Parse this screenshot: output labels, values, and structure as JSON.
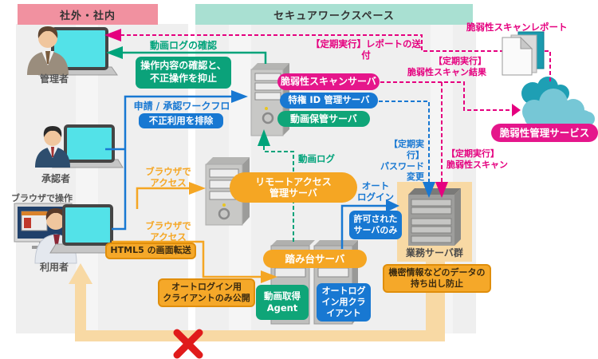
{
  "headers": {
    "outside": "社外・社内",
    "workspace": "セキュアワークスペース"
  },
  "actors": {
    "admin": "管理者",
    "approver": "承認者",
    "user": "利用者",
    "browser_note": "ブラウザで操作"
  },
  "servers": {
    "vuln_scan": "脆弱性スキャンサーバ",
    "priv_id": "特権 ID 管理サーバ",
    "video_store": "動画保管サーバ",
    "remote_access": "リモートアクセス\n管理サーバ",
    "bastion": "踏み台サーバ",
    "business_group": "業務サーバ群",
    "vuln_service": "脆弱性管理サービス"
  },
  "callouts": {
    "ops_check": "操作内容の確認と、\n不正操作を抑止",
    "block_fraud": "不正利用を排除",
    "allowed_servers": "許可された\nサーバのみ",
    "video_agent": "動画取得\nAgent",
    "autologin_client": "オートログ\nイン用クラ\nイアント",
    "html5_transfer": "HTML5 の画面転送",
    "autologin_publish": "オートログイン用\nクライアントのみ公開",
    "data_protection": "機密情報などのデータの\n持ち出し防止"
  },
  "flows": {
    "video_log_check": "動画ログの確認",
    "approval_workflow": "申請 / 承認ワークフロー",
    "report_delivery": "【定期実行】レポートの送付",
    "scan_report": "脆弱性スキャンレポート",
    "scan_result": "【定期実行】\n脆弱性スキャン結果",
    "password_change": "【定期実行】\nパスワード\n変更",
    "vuln_scan_exec": "【定期実行】\n脆弱性スキャン",
    "video_log": "動画ログ",
    "browser_access": "ブラウザで\nアクセス",
    "auto_login": "オート\nログイン"
  },
  "colors": {
    "magenta": "#E5007F",
    "blue": "#1878D2",
    "green": "#00A37A",
    "orange": "#F5A623",
    "orange_border": "#E08E0B",
    "light_orange": "#F8D9A4",
    "header_pink": "#F191A0",
    "header_teal": "#A9E0D2",
    "panel_gray": "#EFEFEF",
    "screen_cyan": "#53E2E8"
  }
}
